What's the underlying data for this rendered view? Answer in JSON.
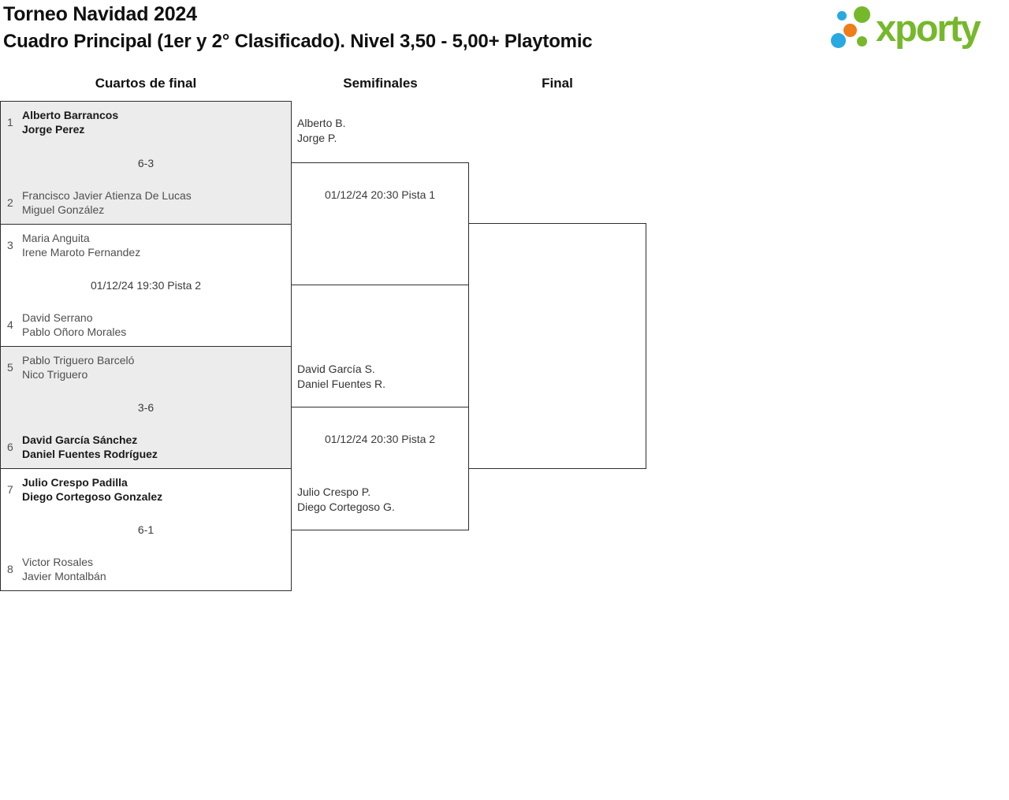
{
  "header": {
    "title_line1": "Torneo Navidad 2024",
    "title_line2": "Cuadro Principal (1er y 2° Clasificado). Nivel 3,50 - 5,00+ Playtomic"
  },
  "logo": {
    "text": "xporty",
    "brand_green": "#76b82b",
    "brand_blue": "#29a9e1",
    "brand_orange": "#ee7d1a"
  },
  "rounds": [
    "Cuartos de final",
    "Semifinales",
    "Final"
  ],
  "bracket": {
    "quarterfinals": [
      {
        "seed_a": "1",
        "team_a": [
          "Alberto Barrancos",
          "Jorge Perez"
        ],
        "team_a_winner": true,
        "center": "6-3",
        "seed_b": "2",
        "team_b": [
          "Francisco Javier Atienza De Lucas",
          "Miguel González"
        ],
        "team_b_winner": false
      },
      {
        "seed_a": "3",
        "team_a": [
          "Maria Anguita",
          "Irene Maroto Fernandez"
        ],
        "team_a_winner": false,
        "center": "01/12/24 19:30 Pista 2",
        "seed_b": "4",
        "team_b": [
          "David Serrano",
          "Pablo Oñoro Morales"
        ],
        "team_b_winner": false
      },
      {
        "seed_a": "5",
        "team_a": [
          "Pablo Triguero Barceló",
          "Nico Triguero"
        ],
        "team_a_winner": false,
        "center": "3-6",
        "seed_b": "6",
        "team_b": [
          "David García Sánchez",
          "Daniel Fuentes Rodríguez"
        ],
        "team_b_winner": true
      },
      {
        "seed_a": "7",
        "team_a": [
          "Julio Crespo Padilla",
          "Diego Cortegoso Gonzalez"
        ],
        "team_a_winner": true,
        "center": "6-1",
        "seed_b": "8",
        "team_b": [
          "Victor Rosales",
          "Javier Montalbán"
        ],
        "team_b_winner": false
      }
    ],
    "semifinals": [
      {
        "top_team": [
          "Alberto B.",
          "Jorge P."
        ],
        "center": "01/12/24 20:30 Pista 1",
        "bottom_team": [
          "",
          ""
        ]
      },
      {
        "top_team": [
          "David García S.",
          "Daniel Fuentes R."
        ],
        "center": "01/12/24 20:30 Pista 2",
        "bottom_team": [
          "Julio Crespo P.",
          "Diego Cortegoso G."
        ]
      }
    ]
  },
  "colors": {
    "border": "#2e2e2e",
    "match_alt_bg": "#ececec",
    "winner_text": "#1a1a1a",
    "team_text": "#4f4f4f"
  }
}
